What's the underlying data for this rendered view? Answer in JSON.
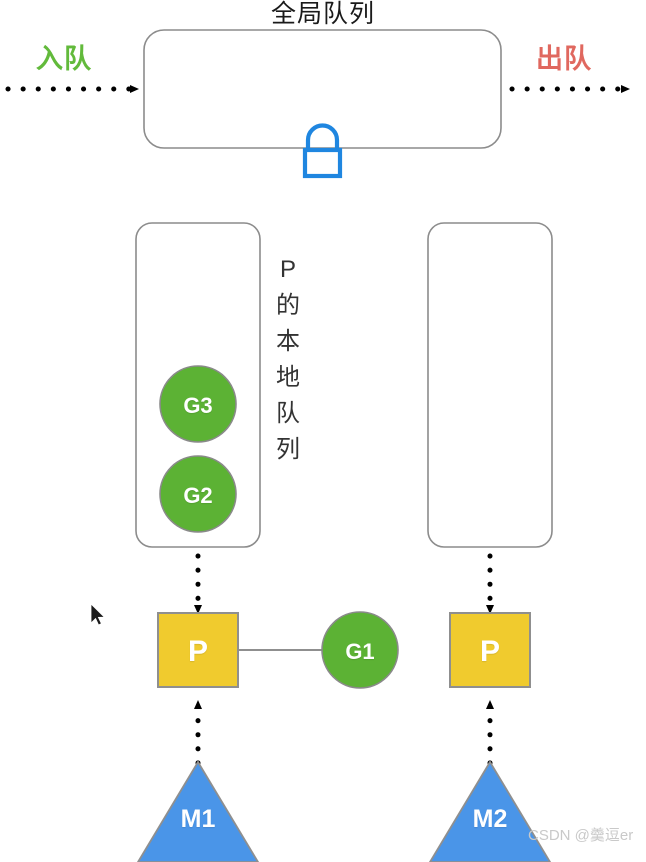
{
  "diagram": {
    "title": "全局队列",
    "enqueue_label": "入队",
    "dequeue_label": "出队",
    "lock_icon": "lock-icon",
    "local_queue_label_chars": [
      "P",
      "的",
      "本",
      "地",
      "队",
      "列"
    ],
    "local_queue_label_full": "P的本地队列",
    "goroutines_in_local_queue": [
      {
        "label": "G3"
      },
      {
        "label": "G2"
      }
    ],
    "processors": [
      {
        "label": "P",
        "side": "left"
      },
      {
        "label": "P",
        "side": "right"
      }
    ],
    "running_goroutine": {
      "label": "G1"
    },
    "machines": [
      {
        "label": "M1",
        "side": "left"
      },
      {
        "label": "M2",
        "side": "right"
      }
    ],
    "watermark": "CSDN @羹逗er"
  },
  "colors": {
    "goroutine_green": "#5cb234",
    "goroutine_green_border": "#8a8a8a",
    "processor_yellow": "#f0cb2e",
    "processor_border": "#8f8f8f",
    "machine_blue": "#4a95e8",
    "machine_border": "#8f8f8f",
    "queue_border": "#8c8c8c",
    "lock_blue": "#1f86e0",
    "enqueue_green": "#62ba3b",
    "dequeue_red": "#e0685f",
    "arrow_black": "#000000",
    "watermark_gray": "#c9c9c9"
  }
}
